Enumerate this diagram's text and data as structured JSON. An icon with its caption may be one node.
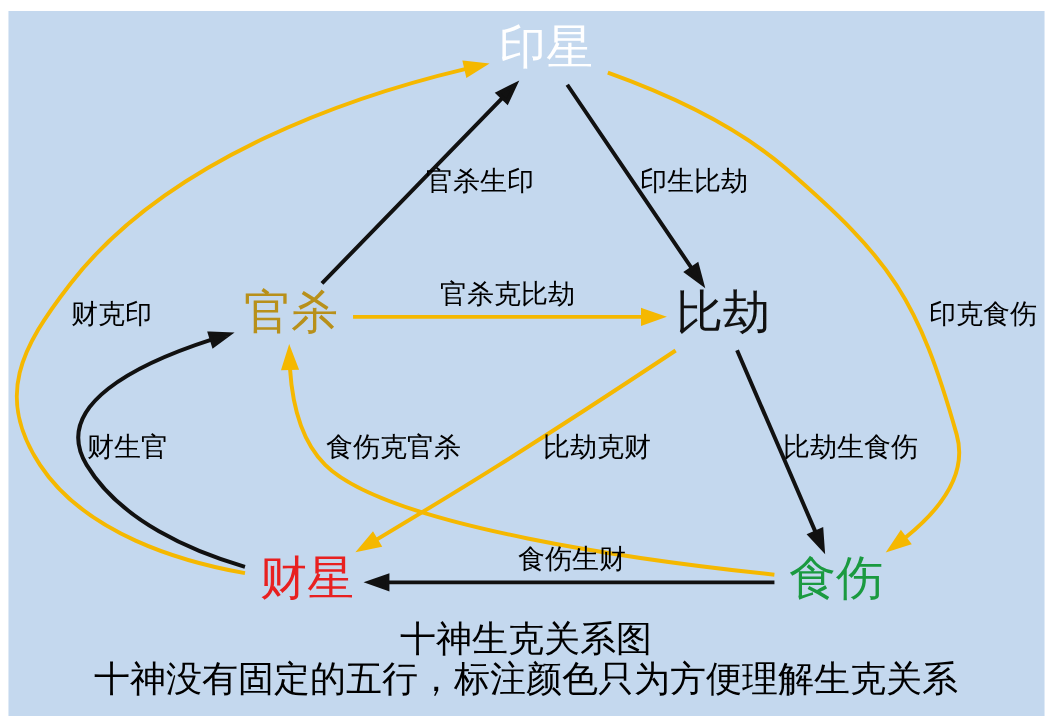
{
  "diagram": {
    "title": "十神生克关系图",
    "caption": "十神没有固定的五行，标注颜色只为方便理解生克关系",
    "nodes": [
      {
        "text": [
          "印星"
        ]
      },
      {
        "text": [
          "比劫"
        ]
      },
      {
        "text": [
          "食伤"
        ]
      },
      {
        "text": [
          "财星"
        ]
      },
      {
        "text": [
          "官杀"
        ]
      }
    ],
    "edges": [
      {
        "from": 4,
        "to": 0,
        "arrow": "to",
        "label": "官杀生印"
      },
      {
        "from": 0,
        "to": 1,
        "arrow": "to",
        "label": "印生比劫"
      },
      {
        "from": 1,
        "to": 2,
        "arrow": "to",
        "label": "比劫生食伤"
      },
      {
        "from": 2,
        "to": 3,
        "arrow": "to",
        "label": "食伤生财"
      },
      {
        "from": 3,
        "to": 4,
        "arrow": "to",
        "label": "财生官"
      },
      {
        "from": 4,
        "to": 1,
        "arrow": "to",
        "label": "官杀克比劫",
        "color": "#f5b800"
      },
      {
        "from": 1,
        "to": 3,
        "arrow": "to",
        "label": "比劫克财",
        "color": "#f5b800"
      },
      {
        "from": 3,
        "to": 0,
        "arrow": "to",
        "label": "财克印",
        "color": "#f5b800"
      },
      {
        "from": 0,
        "to": 2,
        "arrow": "to",
        "label": "印克食伤",
        "color": "#f5b800"
      },
      {
        "from": 2,
        "to": 4,
        "arrow": "to",
        "label": "食伤克官杀",
        "color": "#f5b800"
      }
    ]
  }
}
